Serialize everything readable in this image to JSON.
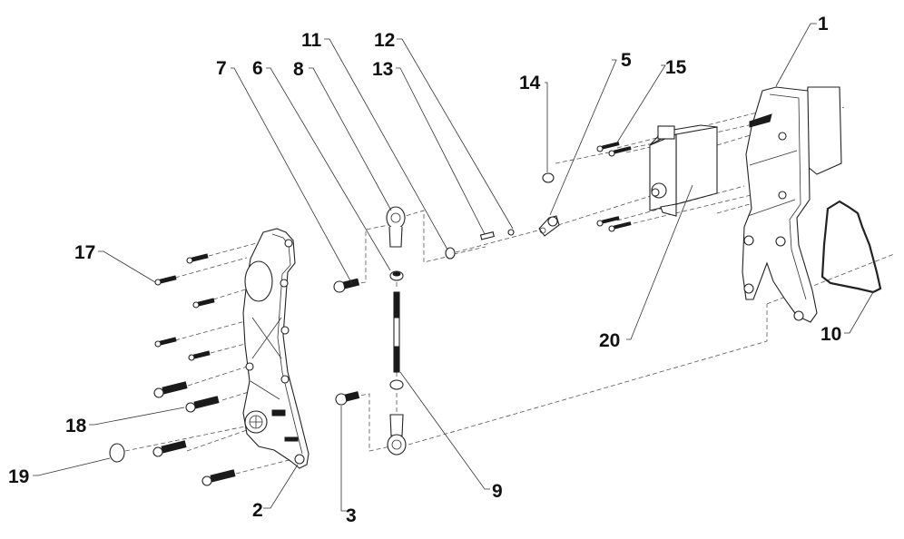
{
  "diagram": {
    "type": "exploded-parts-view",
    "callouts": [
      {
        "id": "c1",
        "number": "1"
      },
      {
        "id": "c2",
        "number": "2"
      },
      {
        "id": "c3",
        "number": "3"
      },
      {
        "id": "c5",
        "number": "5"
      },
      {
        "id": "c6",
        "number": "6"
      },
      {
        "id": "c7",
        "number": "7"
      },
      {
        "id": "c8",
        "number": "8"
      },
      {
        "id": "c9",
        "number": "9"
      },
      {
        "id": "c10",
        "number": "10"
      },
      {
        "id": "c11",
        "number": "11"
      },
      {
        "id": "c12",
        "number": "12"
      },
      {
        "id": "c13",
        "number": "13"
      },
      {
        "id": "c14",
        "number": "14"
      },
      {
        "id": "c15",
        "number": "15"
      },
      {
        "id": "c17",
        "number": "17"
      },
      {
        "id": "c18",
        "number": "18"
      },
      {
        "id": "c19",
        "number": "19"
      },
      {
        "id": "c20",
        "number": "20"
      }
    ],
    "colors": {
      "line": "#222222",
      "label": "#111111",
      "background": "#ffffff"
    }
  }
}
